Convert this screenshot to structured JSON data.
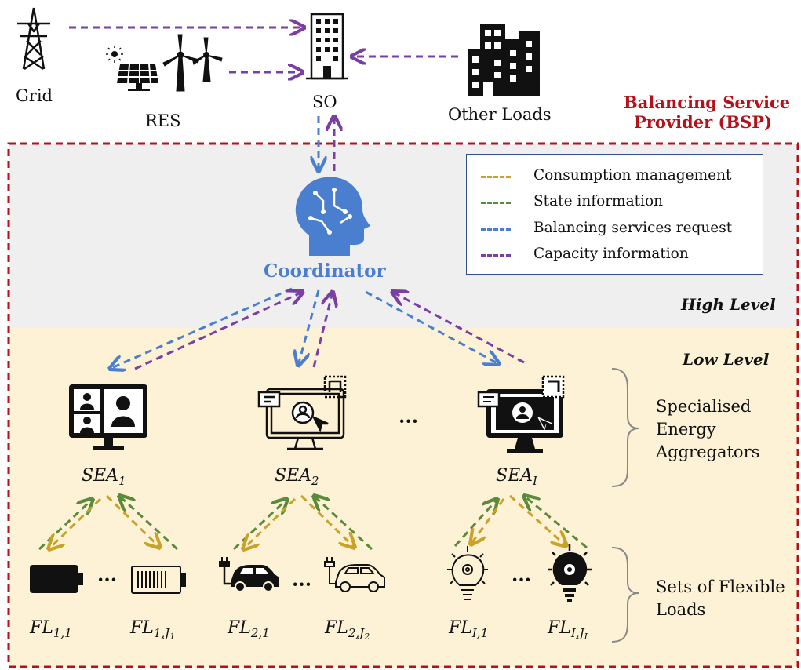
{
  "top": {
    "grid_label": "Grid",
    "res_label": "RES",
    "so_label": "SO",
    "other_loads_label": "Other Loads"
  },
  "bsp": {
    "title_line1": "Balancing Service",
    "title_line2": "Provider (BSP)"
  },
  "coordinator_label": "Coordinator",
  "levels": {
    "high": "High Level",
    "low": "Low Level"
  },
  "legend": [
    {
      "label": "Consumption management",
      "color": "#c9a227"
    },
    {
      "label": "State information",
      "color": "#5b8a3a"
    },
    {
      "label": "Balancing services request",
      "color": "#4a7fd0"
    },
    {
      "label": "Capacity information",
      "color": "#7a3fa3"
    }
  ],
  "sea": [
    {
      "base": "SEA",
      "sub": "1"
    },
    {
      "base": "SEA",
      "sub": "2"
    },
    {
      "base": "SEA",
      "sub": "I"
    }
  ],
  "fl": [
    {
      "base": "FL",
      "sub": "1,1"
    },
    {
      "base": "FL",
      "sub": "1,J",
      "subsub": "1"
    },
    {
      "base": "FL",
      "sub": "2,1"
    },
    {
      "base": "FL",
      "sub": "2,J",
      "subsub": "2"
    },
    {
      "base": "FL",
      "sub": "I,1"
    },
    {
      "base": "FL",
      "sub": "I,J",
      "subsub": "I"
    }
  ],
  "ellipsis": "···",
  "braces": {
    "sea_group": [
      "Specialised",
      "Energy",
      "Aggregators"
    ],
    "fl_group": [
      "Sets of Flexible",
      "Loads"
    ]
  },
  "icons": [
    "transmission-tower-icon",
    "solar-panel-icon",
    "wind-turbine-icon",
    "office-building-icon",
    "city-buildings-icon",
    "ai-head-icon",
    "video-call-monitor-icon",
    "monitor-user-icon",
    "battery-full-icon",
    "battery-empty-icon",
    "electric-car-icon",
    "lightbulb-gear-icon"
  ]
}
